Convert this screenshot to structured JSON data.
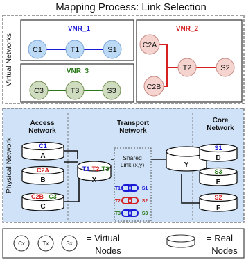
{
  "title": "Mapping Process: Link Selection",
  "virtual_section": {
    "label": "Virtual Networks",
    "vnr1": {
      "name": "VNR_1",
      "color": "#1a1ad6",
      "nodes": [
        "C1",
        "T1",
        "S1"
      ]
    },
    "vnr2": {
      "name": "VNR_2",
      "color": "#d42020",
      "nodes": [
        "C2A",
        "T2",
        "S2",
        "C2B"
      ]
    },
    "vnr3": {
      "name": "VNR_3",
      "color": "#2a7a1a",
      "nodes": [
        "C3",
        "T3",
        "S3"
      ]
    }
  },
  "physical_section": {
    "label": "Physical Network",
    "columns": {
      "access": [
        "Access",
        "Network"
      ],
      "transport": [
        "Transport",
        "Network"
      ],
      "core": [
        "Core",
        "Network"
      ]
    },
    "access_nodes": [
      {
        "name": "A",
        "tag": "C1",
        "tag_color": "#1a1ad6"
      },
      {
        "name": "B",
        "tag": "C2A",
        "tag_color": "#d42020"
      },
      {
        "name": "C",
        "tag": "C2B",
        "tag2": "C3",
        "tag_color": "#d42020",
        "tag2_color": "#2a7a1a"
      }
    ],
    "transport_x": {
      "name": "X",
      "tags": [
        "T1",
        "T2",
        "T3"
      ]
    },
    "transport_y": {
      "name": "Y"
    },
    "shared_link": {
      "label": [
        "Shared",
        "Link (x,y)"
      ],
      "rows": [
        {
          "left": "T1",
          "right": "S1",
          "color": "#1a1ad6"
        },
        {
          "left": "T2",
          "right": "S2",
          "color": "#d42020"
        },
        {
          "left": "T3",
          "right": "S3",
          "color": "#2a7a1a"
        }
      ]
    },
    "core_nodes": [
      {
        "name": "D",
        "tag": "S1",
        "tag_color": "#1a1ad6"
      },
      {
        "name": "E",
        "tag": "S3",
        "tag_color": "#2a7a1a"
      },
      {
        "name": "F",
        "tag": "S2",
        "tag_color": "#d42020"
      }
    ]
  },
  "legend": {
    "virtual_symbols": [
      "Cx",
      "Tx",
      "Sx"
    ],
    "virtual_text": [
      "= Virtual",
      "Nodes"
    ],
    "real_text": [
      "= Real",
      "Nodes"
    ]
  },
  "colors": {
    "blue_fill": "#bcd9f5",
    "red_fill": "#f5d3cf",
    "green_fill": "#cfdcbf",
    "physical_bg": "#cfe2f7"
  }
}
